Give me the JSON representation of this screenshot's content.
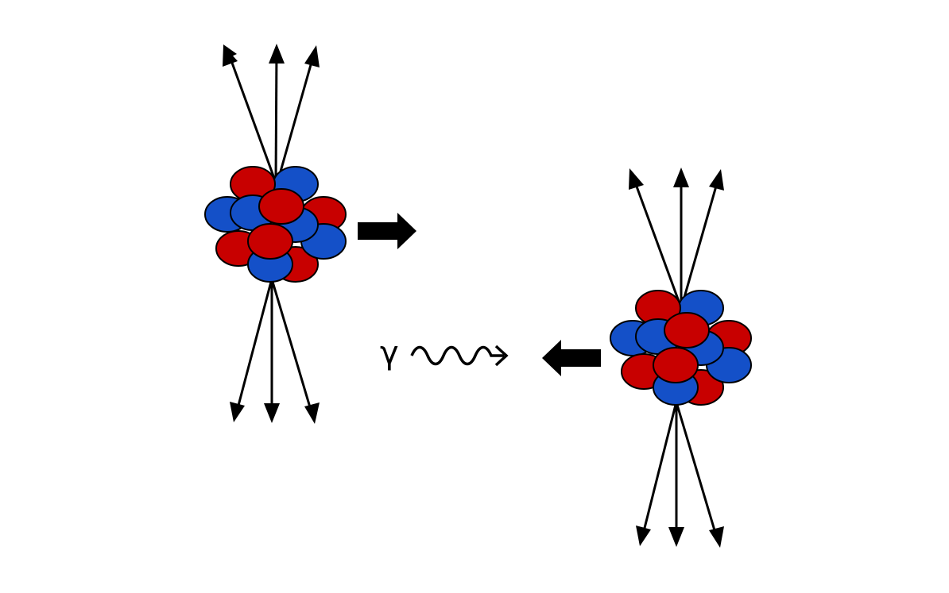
{
  "diagram": {
    "gamma_symbol": "γ",
    "colors": {
      "proton": "#c80000",
      "neutron": "#1450c8",
      "outline": "#000000",
      "arrow": "#000000",
      "background": "#ffffff"
    },
    "nuclei": [
      {
        "name": "nucleus-left",
        "motion": "right"
      },
      {
        "name": "nucleus-right",
        "motion": "left"
      }
    ],
    "photon": {
      "label": "γ",
      "wave": "wavy-arrow"
    }
  }
}
